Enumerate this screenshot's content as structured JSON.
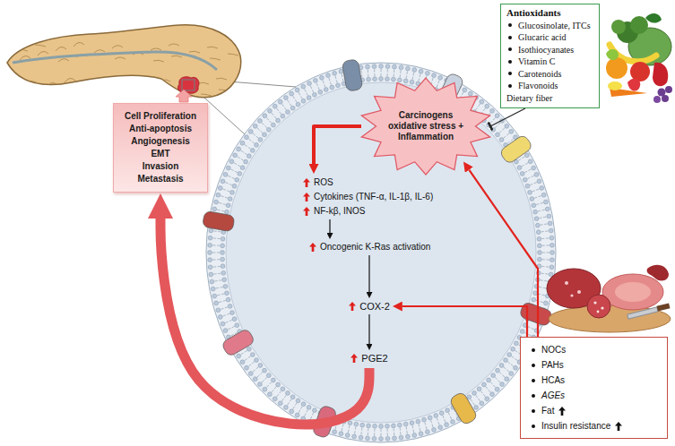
{
  "diagram": {
    "nodes": [
      {
        "text": [
          "Antioxidants",
          "Glucosinolate, ITCs",
          "Glucaric acid",
          "Isothiocyanates",
          "Vitamin C",
          "Carotenoids",
          "Flavonoids",
          "Dietary fiber"
        ]
      },
      {
        "text": [
          "Cell Proliferation",
          "Anti-apoptosis",
          "Angiogenesis",
          "EMT",
          "Invasion",
          "Metastasis"
        ]
      },
      {
        "text": [
          "Carcinogens oxidative stress + Inflammation"
        ]
      },
      {
        "text": [
          "ROS",
          "Cytokines (TNF-α, IL-1β, IL-6)",
          "NF-kβ, INOS"
        ]
      },
      {
        "text": [
          "Oncogenic K-Ras activation"
        ]
      },
      {
        "text": [
          "COX-2"
        ]
      },
      {
        "text": [
          "PGE2"
        ]
      },
      {
        "text": [
          "NOCs",
          "PAHs",
          "HCAs",
          "AGEs",
          "Fat",
          "Insulin resistance"
        ]
      }
    ],
    "edges": [
      {
        "from": 0,
        "to": 2,
        "arrow": "to"
      },
      {
        "from": 2,
        "to": 3,
        "arrow": "to"
      },
      {
        "from": 3,
        "to": 4,
        "arrow": "to"
      },
      {
        "from": 4,
        "to": 5,
        "arrow": "to"
      },
      {
        "from": 5,
        "to": 6,
        "arrow": "to"
      },
      {
        "from": 7,
        "to": 5,
        "arrow": "to"
      },
      {
        "from": 7,
        "to": 2,
        "arrow": "to"
      },
      {
        "from": 6,
        "to": 1,
        "arrow": "to"
      }
    ]
  }
}
